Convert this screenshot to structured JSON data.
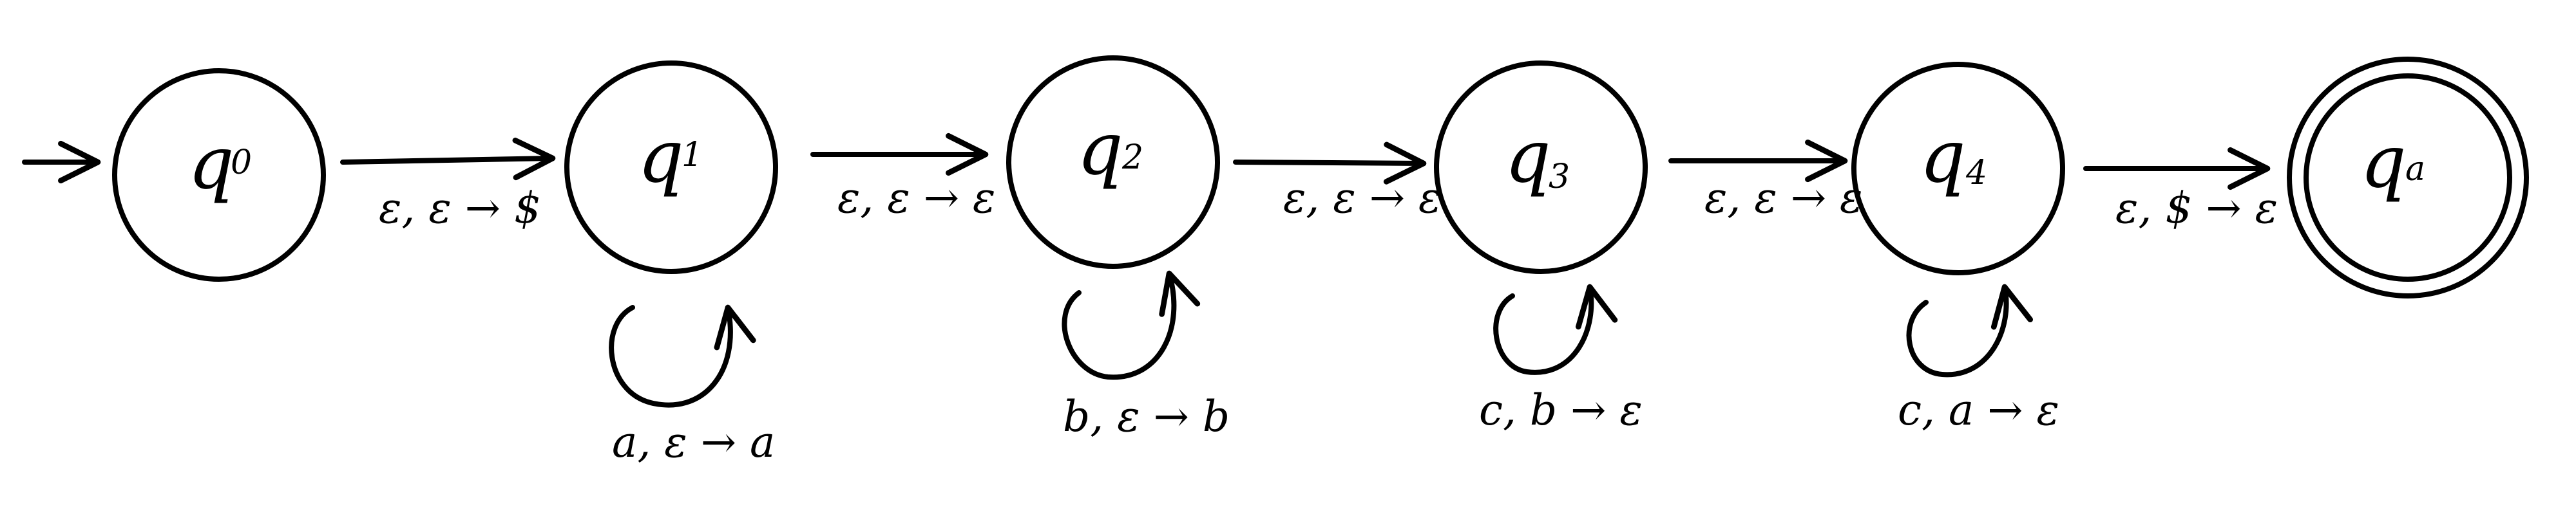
{
  "states": [
    {
      "id": "q0",
      "main": "q",
      "sub": "0",
      "initial": true,
      "accept": false
    },
    {
      "id": "q1",
      "main": "q",
      "sub": "1",
      "initial": false,
      "accept": false
    },
    {
      "id": "q2",
      "main": "q",
      "sub": "2",
      "initial": false,
      "accept": false
    },
    {
      "id": "q3",
      "main": "q",
      "sub": "3",
      "initial": false,
      "accept": false
    },
    {
      "id": "q4",
      "main": "q",
      "sub": "4",
      "initial": false,
      "accept": false
    },
    {
      "id": "qa",
      "main": "q",
      "sub": "a",
      "initial": false,
      "accept": true
    }
  ],
  "transitions": [
    {
      "from": "q0",
      "to": "q1",
      "label": "ε, ε → $"
    },
    {
      "from": "q1",
      "to": "q2",
      "label": "ε, ε → ε"
    },
    {
      "from": "q2",
      "to": "q3",
      "label": "ε, ε → ε"
    },
    {
      "from": "q3",
      "to": "q4",
      "label": "ε, ε → ε"
    },
    {
      "from": "q4",
      "to": "qa",
      "label": "ε, $ → ε"
    }
  ],
  "self_loops": [
    {
      "state": "q1",
      "label": "a, ε → a"
    },
    {
      "state": "q2",
      "label": "b, ε → b"
    },
    {
      "state": "q3",
      "label": "c, b → ε"
    },
    {
      "state": "q4",
      "label": "c, a → ε"
    }
  ],
  "colors": {
    "ink": "#000000",
    "background": "#ffffff"
  }
}
